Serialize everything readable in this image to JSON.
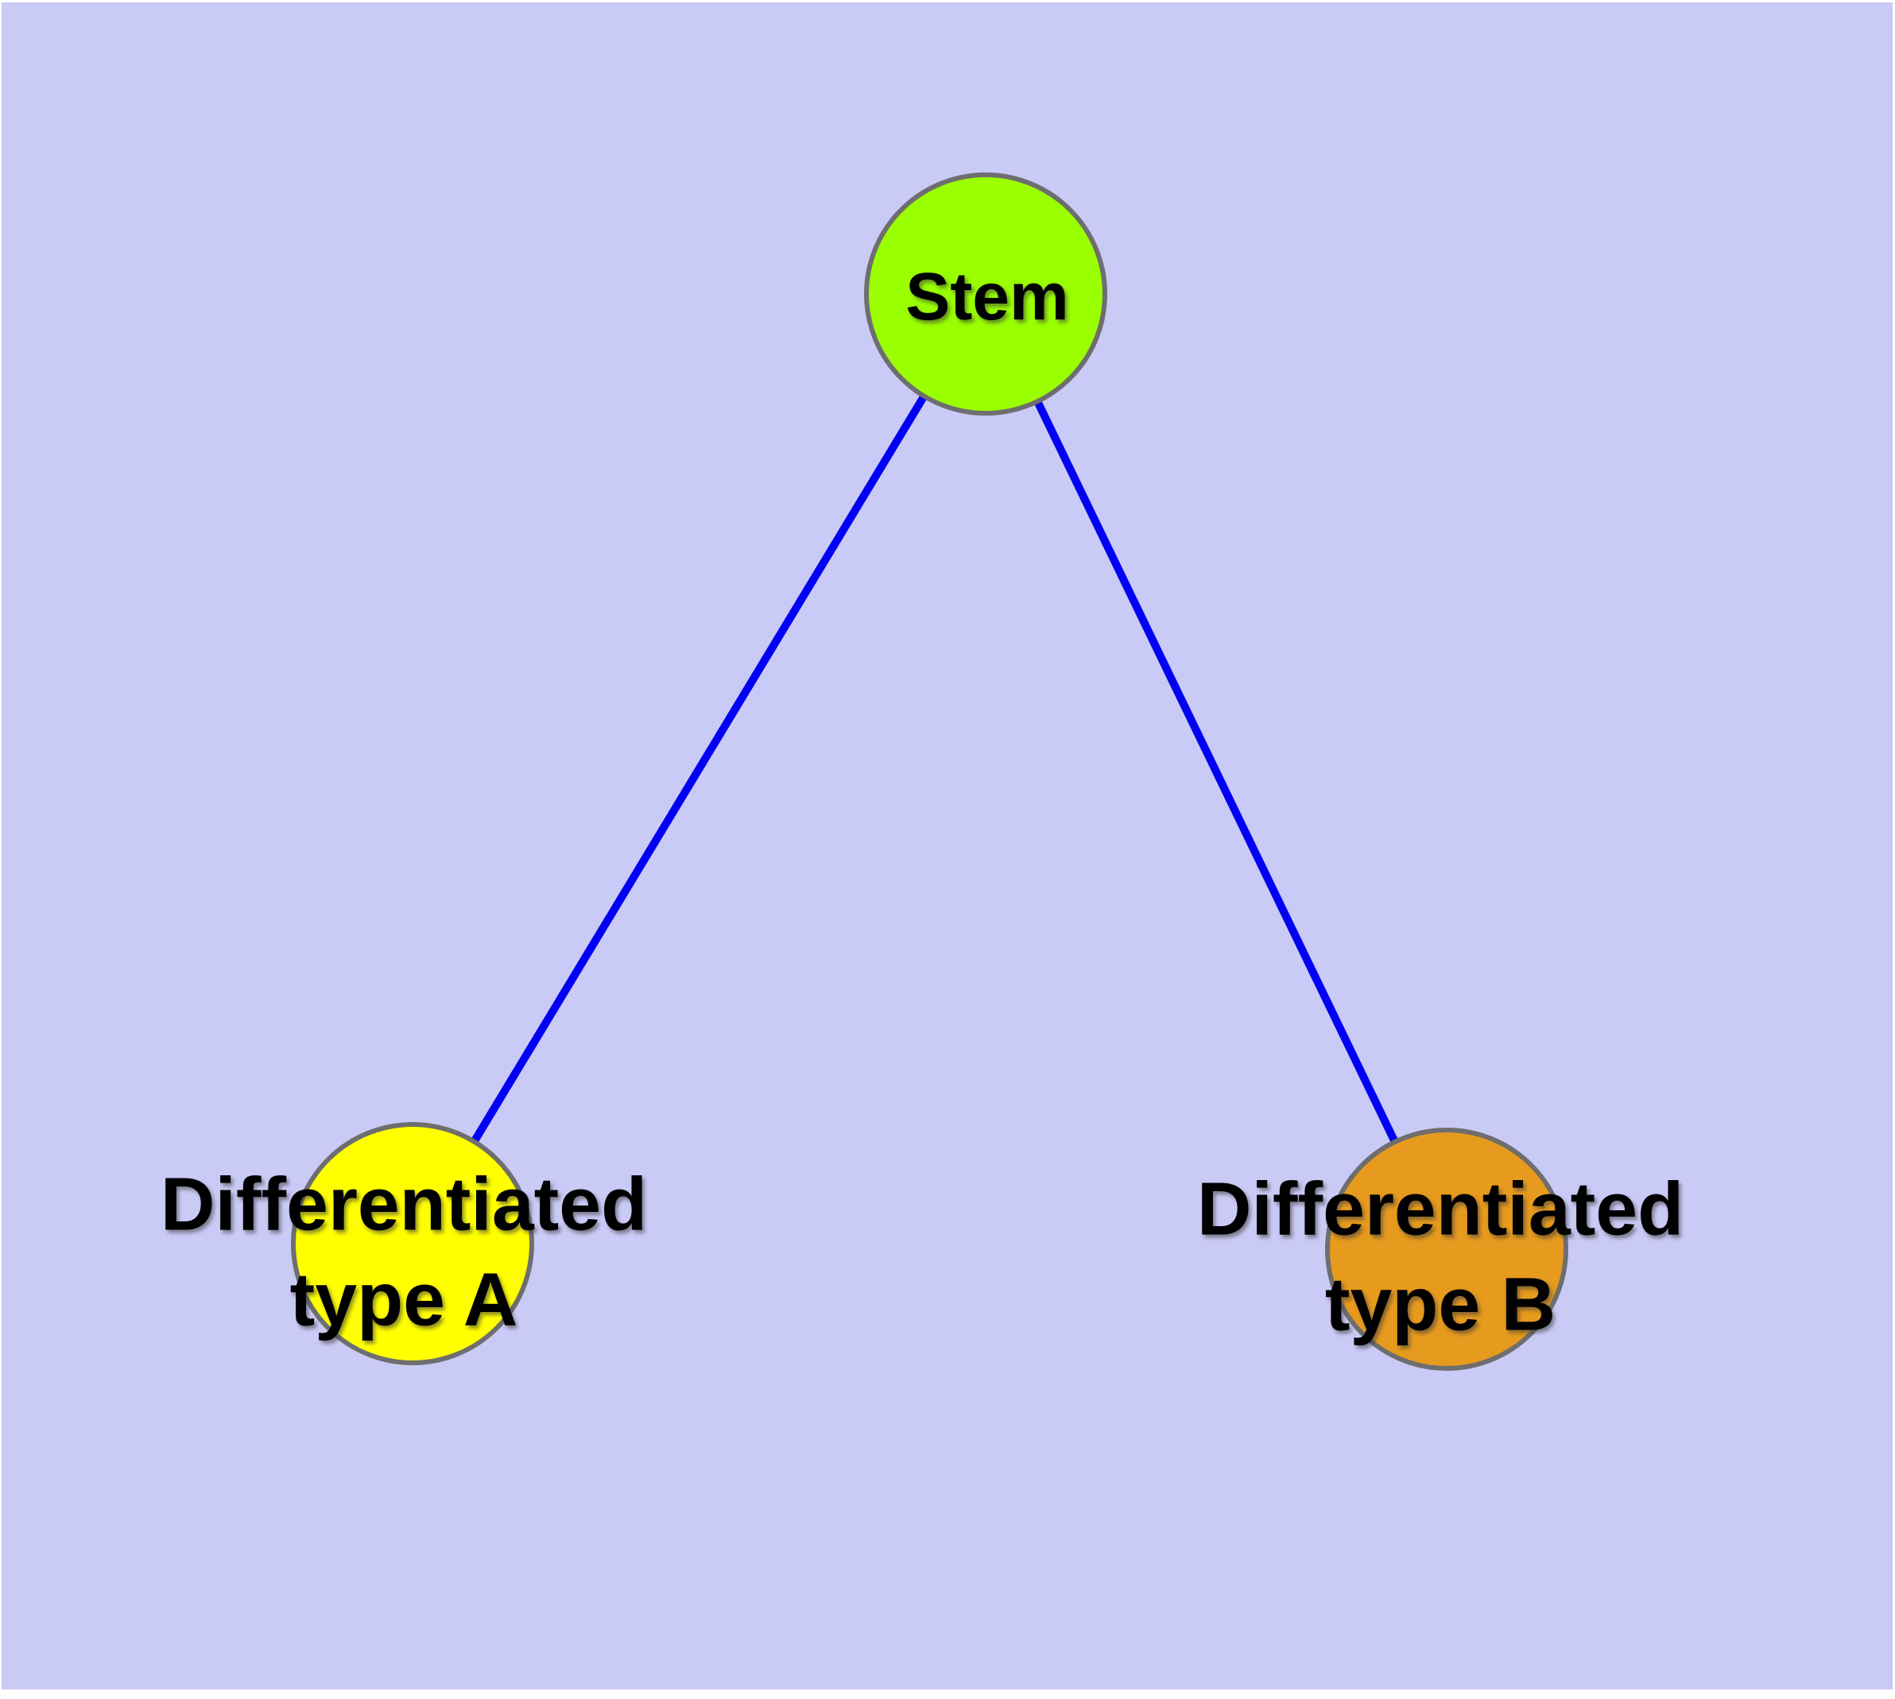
{
  "figure": {
    "page_color": "#ffffff",
    "background_color": "#cacaf6",
    "edge_color": "#0000f5",
    "node_border_color": "#6e6e6e",
    "label_color": "#000000"
  },
  "graph": {
    "nodes": [
      {
        "id": "stem",
        "label": "Stem",
        "fill_color": "#9aff00"
      },
      {
        "id": "differentiated-type-a",
        "label": "Differentiated\ntype A",
        "fill_color": "#ffff00"
      },
      {
        "id": "differentiated-type-b",
        "label": "Differentiated\ntype B",
        "fill_color": "#e69a1e"
      }
    ],
    "edges": [
      {
        "from": "stem",
        "to": "differentiated-type-a"
      },
      {
        "from": "stem",
        "to": "differentiated-type-b"
      }
    ]
  }
}
